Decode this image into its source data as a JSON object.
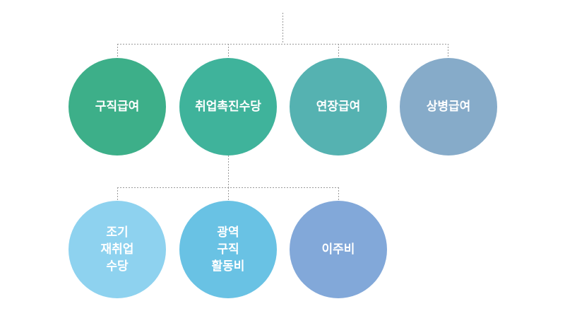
{
  "colors": {
    "connector": "#9a9a9a",
    "job_seeking": "#3daf89",
    "employment_promotion": "#3fb39b",
    "extended": "#55b2b1",
    "sickness": "#86abc9",
    "early_reemployment": "#8ed2ef",
    "wide_area_job_search": "#69c2e4",
    "relocation": "#82a8d9"
  },
  "top_row": [
    {
      "label": "구직급여"
    },
    {
      "label": "취업촉진수당"
    },
    {
      "label": "연장급여"
    },
    {
      "label": "상병급여"
    }
  ],
  "bottom_row": [
    {
      "label": "조기\n재취업\n수당"
    },
    {
      "label": "광역\n구직\n활동비"
    },
    {
      "label": "이주비"
    }
  ]
}
